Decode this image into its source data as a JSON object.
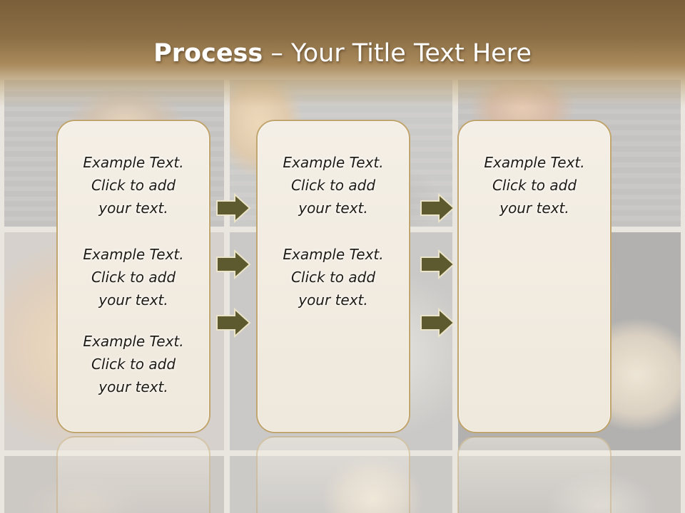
{
  "slide": {
    "title_bold": "Process",
    "title_rest": " – Your Title Text Here"
  },
  "columns": [
    {
      "items": [
        "Example Text.\nClick  to add\nyour text.",
        "Example Text.\nClick  to add\nyour text.",
        "Example Text.\nClick  to add\nyour text."
      ]
    },
    {
      "items": [
        "Example Text.\nClick  to add\nyour text.",
        "Example Text.\nClick  to add\nyour text."
      ]
    },
    {
      "items": [
        "Example Text.\nClick  to add\nyour text."
      ]
    }
  ],
  "icons": {
    "arrow": "right-arrow-icon",
    "arrow_fill": "#5c5a2e",
    "arrow_stroke": "#ece4c8"
  },
  "colors": {
    "title_bar": "#7a5f3a",
    "panel_border": "#c1a56e",
    "panel_fill": "#f4efe6"
  }
}
